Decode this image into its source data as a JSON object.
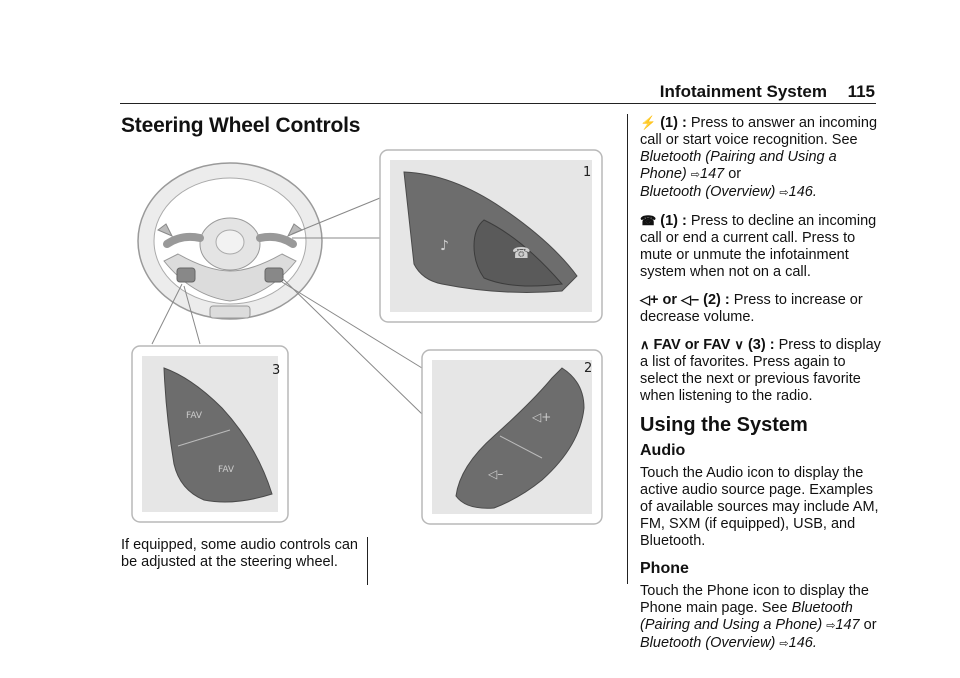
{
  "header": {
    "section": "Infotainment System",
    "page_number": "115"
  },
  "title": "Steering Wheel Controls",
  "illustration": {
    "callouts": [
      "1",
      "2",
      "3"
    ],
    "fav_label": "FAV"
  },
  "caption": "If equipped, some audio controls can be adjusted at the steering wheel.",
  "items": [
    {
      "glyph": "⚡",
      "label": "(1) :",
      "text_a": "Press to answer an incoming call or start voice recognition. See ",
      "ref1": "Bluetooth (Pairing and Using a Phone)",
      "page1": "147",
      "or": " or ",
      "ref2": "Bluetooth (Overview)",
      "page2": "146."
    },
    {
      "glyph": "☎",
      "label": "(1) :",
      "text": "Press to decline an incoming call or end a current call. Press to mute or unmute the infotainment system when not on a call."
    },
    {
      "label": "+ or",
      "label2": "– (2) :",
      "text": "Press to increase or decrease volume."
    },
    {
      "label": "FAV or FAV",
      "label2": "(3) :",
      "text": "Press to display a list of favorites. Press again to select the next or previous favorite when listening to the radio."
    }
  ],
  "using": {
    "heading": "Using the System",
    "audio_heading": "Audio",
    "audio_text": "Touch the Audio icon to display the active audio source page. Examples of available sources may include AM, FM, SXM (if equipped), USB, and Bluetooth.",
    "phone_heading": "Phone",
    "phone_text": "Touch the Phone icon to display the Phone main page. See ",
    "phone_ref1": "Bluetooth (Pairing and Using a Phone)",
    "phone_page1": "147",
    "phone_or": " or",
    "phone_ref2": "Bluetooth (Overview)",
    "phone_page2": "146."
  },
  "ref_arrow": "⇨"
}
